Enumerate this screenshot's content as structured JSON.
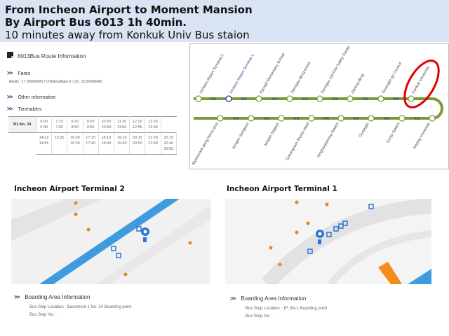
{
  "header": {
    "line1": "From Incheon Airport to Moment Mansion",
    "line2": "By Airport Bus 6013  1h 40min.",
    "line3": "10 minutes away from Konkuk Univ Bus staion"
  },
  "route_info": {
    "title": "6013Bus Route Information",
    "fares_label": "Fares",
    "fares_text": "Adults : 17,000(KRW) / Children(Ages 6~12) : 12,000(KRW)",
    "other_label": "Other information",
    "timetables_label": "Timetables",
    "chevron": ">>"
  },
  "timetable": {
    "stop": "B1-No. 24",
    "row1": [
      "6:00\n6:35",
      "7:15\n7:50",
      "8:20\n8:50",
      "9:20\n9:50",
      "10:20\n10:50",
      "11:20\n11:50",
      "12:20\n12:55",
      "13:25\n13:55"
    ],
    "row2": [
      "14:22\n14:55",
      "15:25",
      "16:00\n16:35",
      "17:10\n17:40",
      "18:10\n18:40",
      "19:10\n19:40",
      "20:15\n20:50",
      "21:20\n21:50",
      "22:15\n22:40\n23:05"
    ]
  },
  "route_map": {
    "line_color": "#7a9a3a",
    "highlight_color": "#e00000",
    "top_stops": [
      "Incheon Airport Terminal 2",
      "Incheon Airport Terminal 1",
      "Kyongil Elementary School",
      "Seongsu-dong emart",
      "Seongsu 119 Fire Safety Center",
      "Jayang-dong",
      "Gwangjin-gu Council",
      "Konkuk University"
    ],
    "bottom_stops": [
      "Myeonmok-dong Home plus",
      "Jangan Samgeori",
      "Jangan Sageori",
      "Gyeongnam Tourist Hotel",
      "Janghanpyeong Station",
      "Gunjagyo",
      "Gunja Station",
      "Sejong University"
    ],
    "highlighted": "Konkuk University"
  },
  "terminal2": {
    "title": "Incheon Airport Terminal 2",
    "board_title": "Boarding Area Information",
    "location": "Bus Stop Location : Basement 1 No. 24 Boarding point",
    "stop_no": "Bus Stop No. :"
  },
  "terminal1": {
    "title": "Incheon Airport Terminal 1",
    "board_title": "Boarding Area Information",
    "location": "Bus Stop Location : 1F, 6A-1 Boarding point",
    "stop_no": "Bus Stop No. :"
  }
}
